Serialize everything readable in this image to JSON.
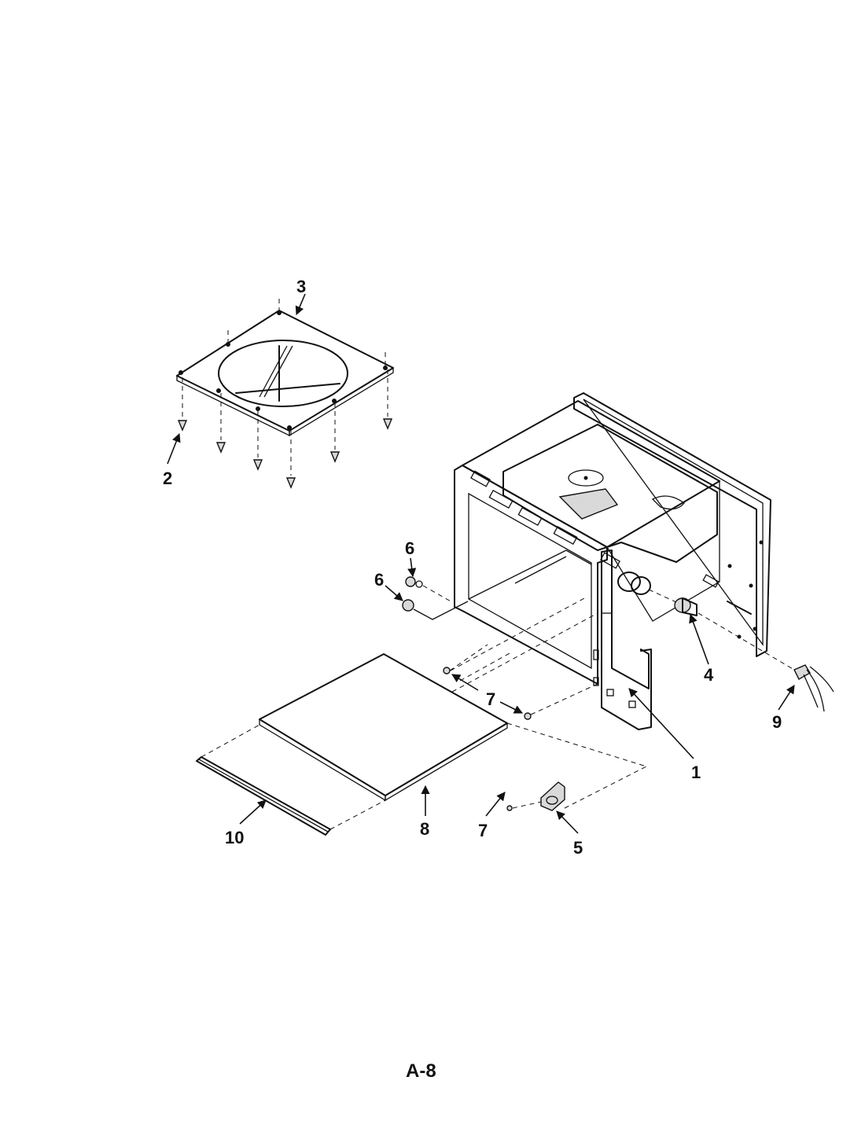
{
  "diagram": {
    "page_label": "A-8",
    "callouts": [
      "1",
      "2",
      "3",
      "4",
      "5",
      "6",
      "6",
      "7",
      "7",
      "8",
      "9",
      "10"
    ]
  }
}
